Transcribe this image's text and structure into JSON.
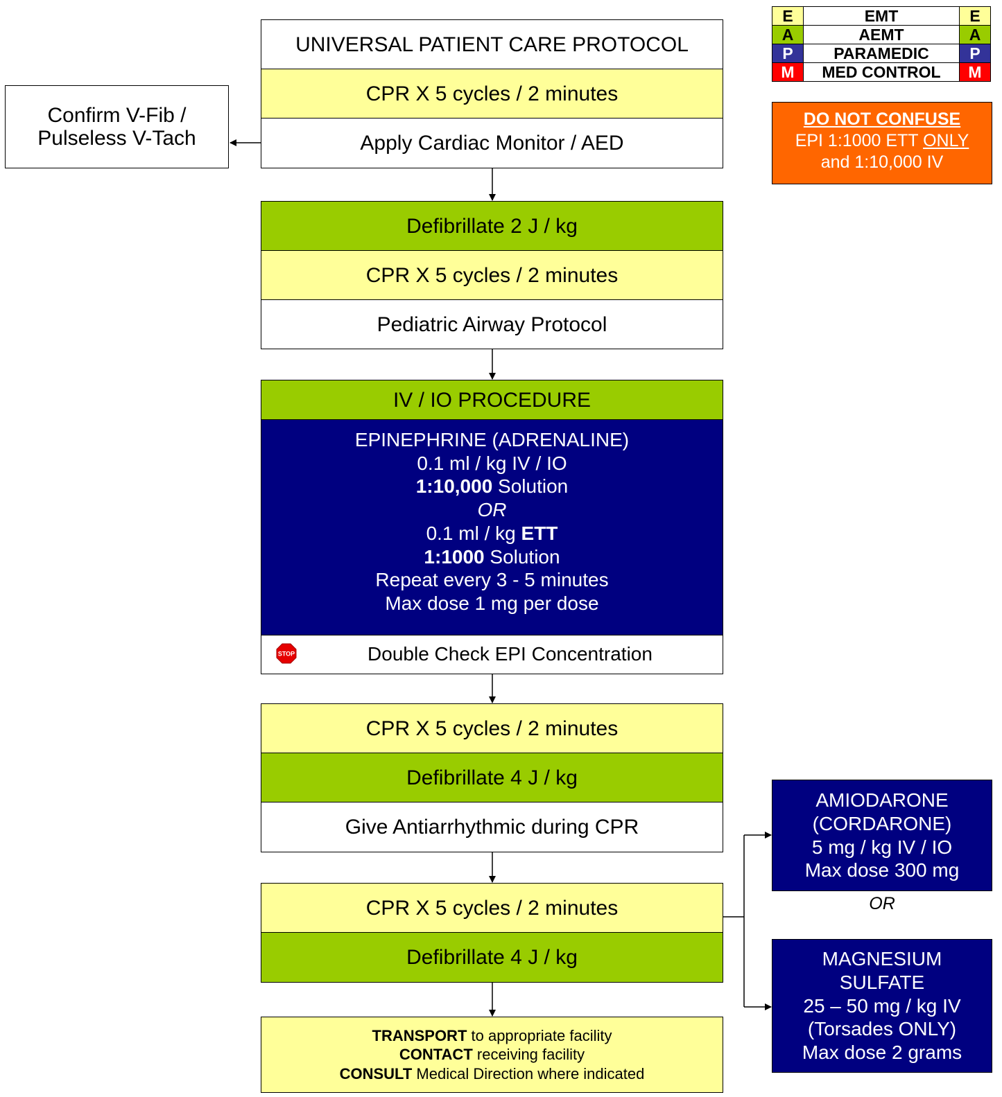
{
  "legend": [
    {
      "code": "E",
      "label": "EMT",
      "color": "#ffff99",
      "text_color": "#000000"
    },
    {
      "code": "A",
      "label": "AEMT",
      "color": "#99cc00",
      "text_color": "#000000"
    },
    {
      "code": "P",
      "label": "PARAMEDIC",
      "color": "#333399",
      "text_color": "#ffffff"
    },
    {
      "code": "M",
      "label": "MED CONTROL",
      "color": "#ff0000",
      "text_color": "#ffffff"
    }
  ],
  "warning": {
    "title": "DO NOT CONFUSE",
    "line1_a": "EPI 1:1000 ETT ",
    "line1_b": "ONLY",
    "line2": "and 1:10,000 IV"
  },
  "flow": {
    "universal": "UNIVERSAL PATIENT CARE PROTOCOL",
    "cpr1": "CPR X 5 cycles / 2 minutes",
    "monitor": "Apply Cardiac Monitor / AED",
    "confirm_line1": "Confirm V-Fib /",
    "confirm_line2": "Pulseless V-Tach",
    "defib1": "Defibrillate 2 J / kg",
    "cpr2": "CPR X 5 cycles / 2 minutes",
    "airway": "Pediatric Airway Protocol",
    "ivio": "IV / IO PROCEDURE",
    "epi": {
      "l1": "EPINEPHRINE (ADRENALINE)",
      "l2": "0.1 ml / kg IV / IO",
      "l3_bold": "1:10,000",
      "l3_rest": " Solution",
      "l4": "OR",
      "l5_pre": "0.1 ml / kg ",
      "l5_bold": "ETT",
      "l6_bold": "1:1000",
      "l6_rest": " Solution",
      "l7": "Repeat every 3 - 5 minutes",
      "l8": "Max dose 1 mg per dose"
    },
    "stop_sign": "STOP",
    "double_check": "Double Check EPI Concentration",
    "cpr3": "CPR X 5 cycles / 2 minutes",
    "defib2": "Defibrillate 4 J / kg",
    "antiarrhythmic": "Give Antiarrhythmic during CPR",
    "cpr4": "CPR X 5 cycles / 2 minutes",
    "defib3": "Defibrillate 4 J / kg",
    "final": {
      "t1_bold": "TRANSPORT",
      "t1_rest": " to appropriate facility",
      "t2_bold": "CONTACT",
      "t2_rest": " receiving facility",
      "t3_bold": "CONSULT",
      "t3_rest": " Medical Direction where indicated"
    }
  },
  "side": {
    "amio": [
      "AMIODARONE",
      "(CORDARONE)",
      "5 mg / kg IV / IO",
      "Max dose 300 mg"
    ],
    "or": "OR",
    "mag": [
      "MAGNESIUM",
      "SULFATE",
      "25 – 50 mg / kg IV",
      "(Torsades ONLY)",
      "Max dose 2 grams"
    ]
  }
}
